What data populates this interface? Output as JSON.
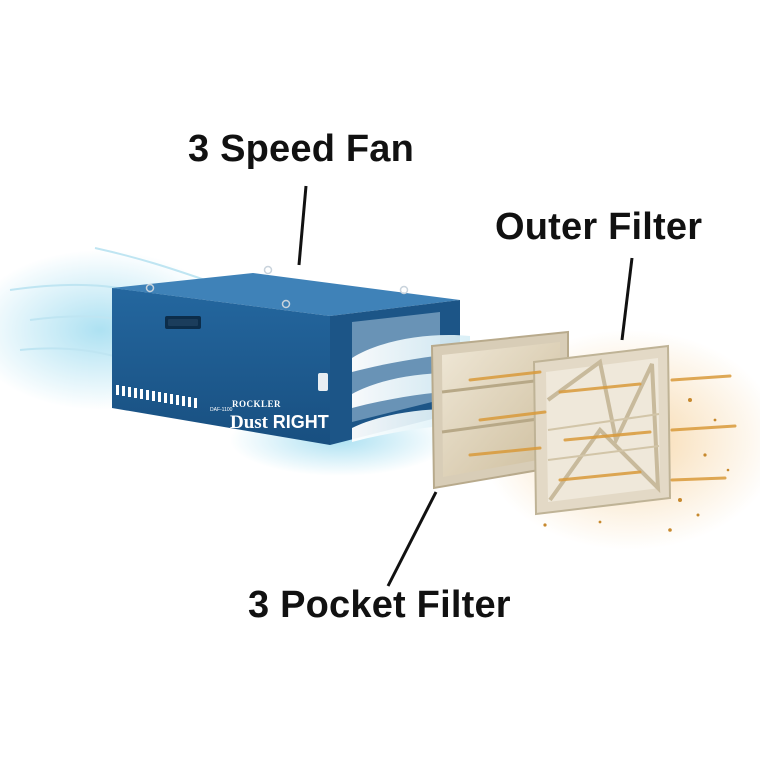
{
  "labels": {
    "fan": "3 Speed Fan",
    "outer_filter": "Outer Filter",
    "pocket_filter": "3 Pocket Filter"
  },
  "branding": {
    "maker": "ROCKLER",
    "product_a": "Dust ",
    "product_b": "RIGHT",
    "model": "DAF-1100"
  },
  "colors": {
    "housing": "#1e5e95",
    "airflow_in": "#8fd3ea",
    "pocket_frame": "#d8cdb7",
    "outer_frame": "#e3d9c6",
    "dust": "#d99a3a"
  },
  "icons": [
    "airflow-in-icon",
    "airflow-out-icon",
    "dust-particles-icon"
  ]
}
